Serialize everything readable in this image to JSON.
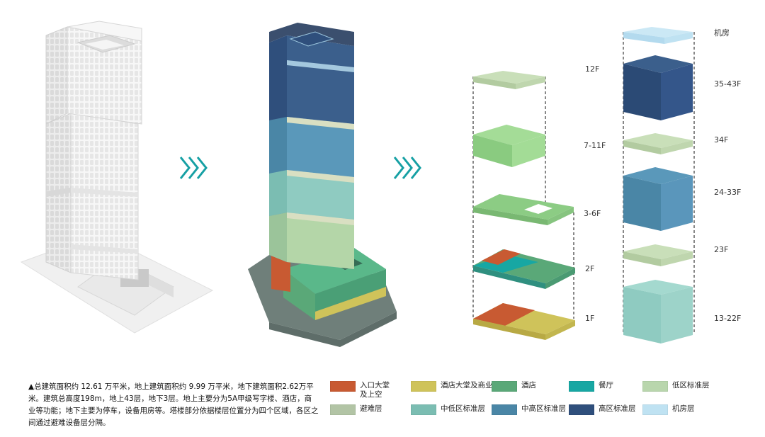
{
  "floor_labels_left": [
    "12F",
    "7-11F",
    "3-6F",
    "2F",
    "1F"
  ],
  "floor_labels_right": [
    "机房",
    "35-43F",
    "34F",
    "24-33F",
    "23F",
    "13-22F"
  ],
  "description": "▲总建筑面积约 12.61 万平米，地上建筑面积约 9.99 万平米，地下建筑面积2.62万平米。建筑总高度198m，地上43层，地下3层。地上主要分为5A甲级写字楼、酒店，商业等功能；地下主要为停车，设备用房等。塔楼部分依据楼层位置分为四个区域，各区之间通过避难设备层分隔。",
  "legend": [
    {
      "label": "入口大堂\n及上空",
      "color": "#c85a32"
    },
    {
      "label": "酒店大堂及商业",
      "color": "#cfc35a"
    },
    {
      "label": "酒店",
      "color": "#5aa878"
    },
    {
      "label": "餐厅",
      "color": "#17a7a3"
    },
    {
      "label": "低区标准层",
      "color": "#b9d6ad"
    },
    {
      "label": "避难层",
      "color": "#b2c4a5"
    },
    {
      "label": "中低区标准层",
      "color": "#7bbdb2"
    },
    {
      "label": "中高区标准层",
      "color": "#4a86a6"
    },
    {
      "label": "高区标准层",
      "color": "#2f4f7c"
    },
    {
      "label": "机房层",
      "color": "#bfe2f2"
    }
  ],
  "icons": [
    "chevron-arrows-icon",
    "chevron-arrows-icon"
  ]
}
